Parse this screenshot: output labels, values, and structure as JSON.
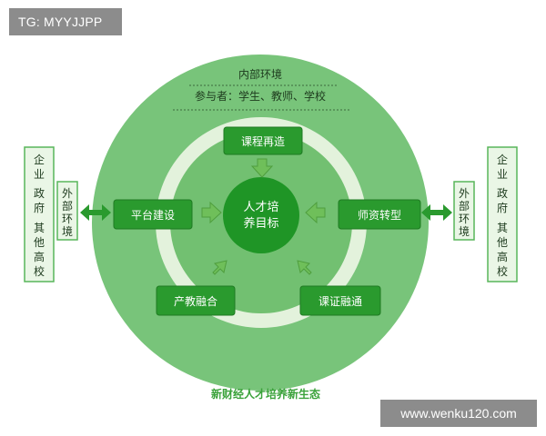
{
  "watermark_top": "TG: MYYJJPP",
  "watermark_bottom": "www.wenku120.com",
  "inner_env_title": "内部环境",
  "participants": "参与者：学生、教师、学校",
  "center": {
    "line1": "人才培",
    "line2": "养目标"
  },
  "nodes": {
    "course": "课程再造",
    "platform": "平台建设",
    "faculty": "师资转型",
    "integration": "产教融合",
    "certificate": "课证融通"
  },
  "left_panel": {
    "col1": [
      "企",
      "业",
      "政",
      "府",
      "其",
      "他",
      "高",
      "校"
    ],
    "col2": [
      "外",
      "部",
      "环",
      "境"
    ]
  },
  "right_panel": {
    "col1": [
      "企",
      "业",
      "政",
      "府",
      "其",
      "他",
      "高",
      "校"
    ],
    "col2": [
      "外",
      "部",
      "环",
      "境"
    ]
  },
  "caption": "新财经人才培养新生态",
  "colors": {
    "outer_circle": "#78c47a",
    "ring": "#e3f2dc",
    "inner_circle": "#72c071",
    "node_fill": "#2a9a2e",
    "center_fill": "#1f9526",
    "panel_border": "#58b65a",
    "panel_fill": "#eaf6e6",
    "caption": "#3aa23a"
  }
}
